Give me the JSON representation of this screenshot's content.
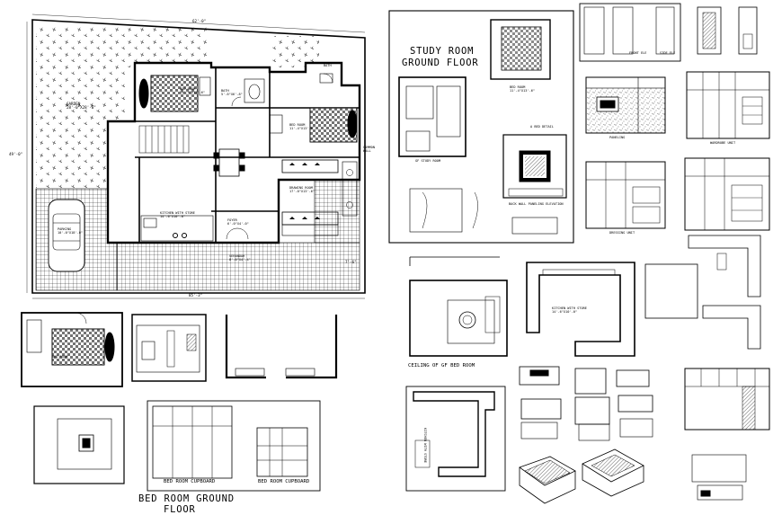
{
  "sheet": {
    "ink": "#000000",
    "paper": "#ffffff"
  },
  "plan": {
    "dim_top": "62'-0\"",
    "dim_left": "49'-0\"",
    "dim_bottom": "85'-3\"",
    "dim_right": "7'-6\"",
    "garden": "GARDEN\n28'-0\"X28'-0\"",
    "bed_room_1": "BED ROOM\n15'-4\"X12'-6\"",
    "bath_1": "BATH\n5'-6\"X6'-8\"",
    "bath_2": "BATH",
    "bed_room_2": "BED ROOM\n11'-4\"X13'-6\"",
    "drawing_room": "DRAWING ROOM\n17'-0\"X13'-6\"",
    "kitchen": "KITCHEN WITH STORE\n14'-6\"X10'-0\"",
    "foyer": "FOYER\n6'-0\"X4'-0\"",
    "verandah": "VERANDAH\n8'-0\"X4'-4\"",
    "parking": "PARKING\n10'-0\"X18'-0\"",
    "common_wall": "COMMON\nWALL"
  },
  "titles": {
    "study_room": "STUDY ROOM",
    "ground_floor": "GROUND FLOOR",
    "bed_room_ground_floor_1": "BED ROOM GROUND",
    "bed_room_ground_floor_2": "FLOOR",
    "ceiling": "CEILING OF GF BED ROOM",
    "bed_room_cupboard_1": "BED ROOM CUPBOARD",
    "bed_room_cupboard_2": "BED ROOM CUPBOARD",
    "kitchen_with_store": "KITCHEN WITH STORE\n14'-6\"X10'-0\"",
    "kitchen_vertical": "KITCHEN WITH STORE",
    "bed_room_small": "BED ROOM\n11'-4\"X13'-6\"",
    "study_caption": "GF STUDY ROOM",
    "bed_room_plan_small": "BED ROOM",
    "paneling": "PANELING",
    "wardrobe_unit": "WARDROBE UNIT",
    "dressing_unit": "DRESSING UNIT",
    "front_elev": "FRONT ELE",
    "side_elev": "SIDE ELE",
    "bed_detail": "A BED DETAIL",
    "back_wall": "BACK WALL PANELING ELEVATION"
  }
}
